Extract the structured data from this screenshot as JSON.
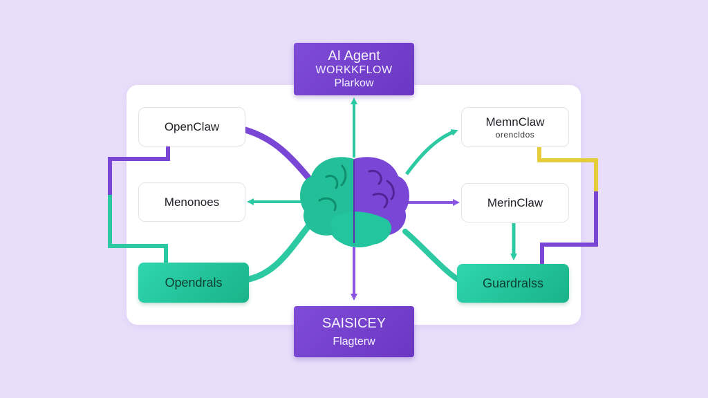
{
  "colors": {
    "background": "#e8defa",
    "green": "#2cc9a3",
    "purple": "#7a46d6",
    "yellow": "#e5cd3a"
  },
  "top_box": {
    "line1": "AI Agent",
    "line2": "WORKKFLOW",
    "line3": "Plarkow"
  },
  "bottom_box": {
    "line1": "SAISICEY",
    "line2": "Flagterw"
  },
  "left": {
    "box1": "OpenClaw",
    "box2": "Menonoes",
    "box3": "Opendrals"
  },
  "right": {
    "box1": "MemnClaw",
    "box1_sub": "orencldos",
    "box2": "MerinClaw",
    "box3": "Guardralss"
  },
  "center_icon": "brain-icon"
}
